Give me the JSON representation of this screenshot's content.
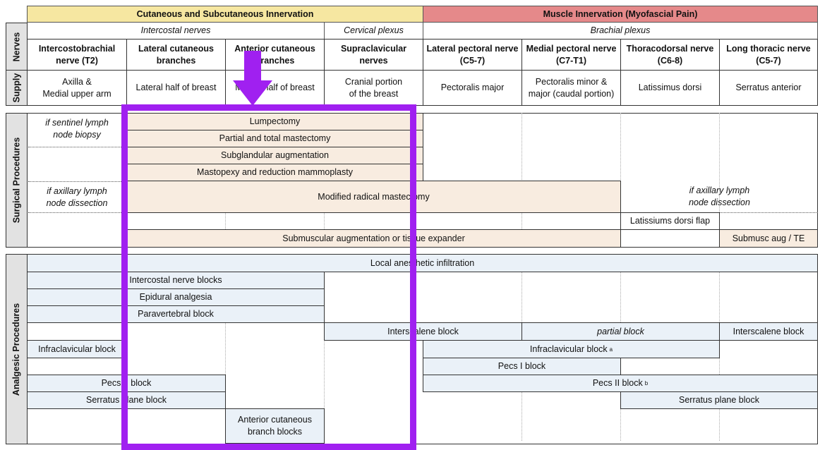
{
  "header": {
    "cutaneous": "Cutaneous and Subcutaneous Innervation",
    "muscle": "Muscle Innervation (Myofascial Pain)",
    "intercostal": "Intercostal nerves",
    "cervical": "Cervical plexus",
    "brachial": "Brachial plexus"
  },
  "side_labels": {
    "nerves": "Nerves",
    "supply": "Supply",
    "surgical": "Surgical Procedures",
    "analgesic": "Analgesic Procedures"
  },
  "nerves": [
    {
      "name": "Intercostobrachial\nnerve (T2)",
      "supply": "Axilla &\nMedial upper arm"
    },
    {
      "name": "Lateral cutaneous\nbranches",
      "supply": "Lateral half of breast"
    },
    {
      "name": "Anterior cutaneous\nbranches",
      "supply": "Medial half of breast"
    },
    {
      "name": "Supraclavicular\nnerves",
      "supply": "Cranial portion\nof the breast"
    },
    {
      "name": "Lateral pectoral nerve\n(C5-7)",
      "supply": "Pectoralis major"
    },
    {
      "name": "Medial pectoral nerve\n(C7-T1)",
      "supply": "Pectoralis minor &\nmajor (caudal portion)"
    },
    {
      "name": "Thoracodorsal nerve\n(C6-8)",
      "supply": "Latissimus dorsi"
    },
    {
      "name": "Long thoracic nerve\n(C5-7)",
      "supply": "Serratus anterior"
    }
  ],
  "surgical": {
    "sentinel_note": "if sentinel lymph\nnode biopsy",
    "lumpectomy": "Lumpectomy",
    "mastectomy": "Partial and total mastectomy",
    "subglandular": "Subglandular augmentation",
    "mastopexy": "Mastopexy and reduction mammoplasty",
    "axillary_note_left": "if axillary lymph\nnode dissection",
    "modified_radical": "Modified radical mastectomy",
    "axillary_note_right": "if axillary lymph\nnode dissection",
    "latissimus_flap": "Latissiums dorsi flap",
    "submuscular": "Submuscular augmentation or tissue expander",
    "submusc_short": "Submusc aug / TE"
  },
  "analgesic": {
    "local": "Local anesthetic infiltration",
    "intercostal": "Intercostal nerve blocks",
    "epidural": "Epidural analgesia",
    "paravertebral": "Paravertebral block",
    "interscalene_left": "Interscalene block",
    "partial": "partial block",
    "interscalene_right": "Interscalene block",
    "infraclavicular_left": "Infraclavicular block",
    "infraclavicular_right": "Infraclavicular block",
    "infraclavicular_sup": "a",
    "pecs1": "Pecs I block",
    "pecs_left": "Pecs II block",
    "pecs2_right": "Pecs II block",
    "pecs2_sup": "b",
    "serratus_left": "Serratus plane block",
    "serratus_right": "Serratus plane block",
    "anterior_cutaneous": "Anterior cutaneous\nbranch blocks"
  },
  "colors": {
    "cutaneous_header": "#f6e7a1",
    "muscle_header": "#e5898a",
    "surgical_fill": "#f8ece0",
    "analgesic_fill": "#eaf1f8",
    "highlight": "#a020f0"
  }
}
